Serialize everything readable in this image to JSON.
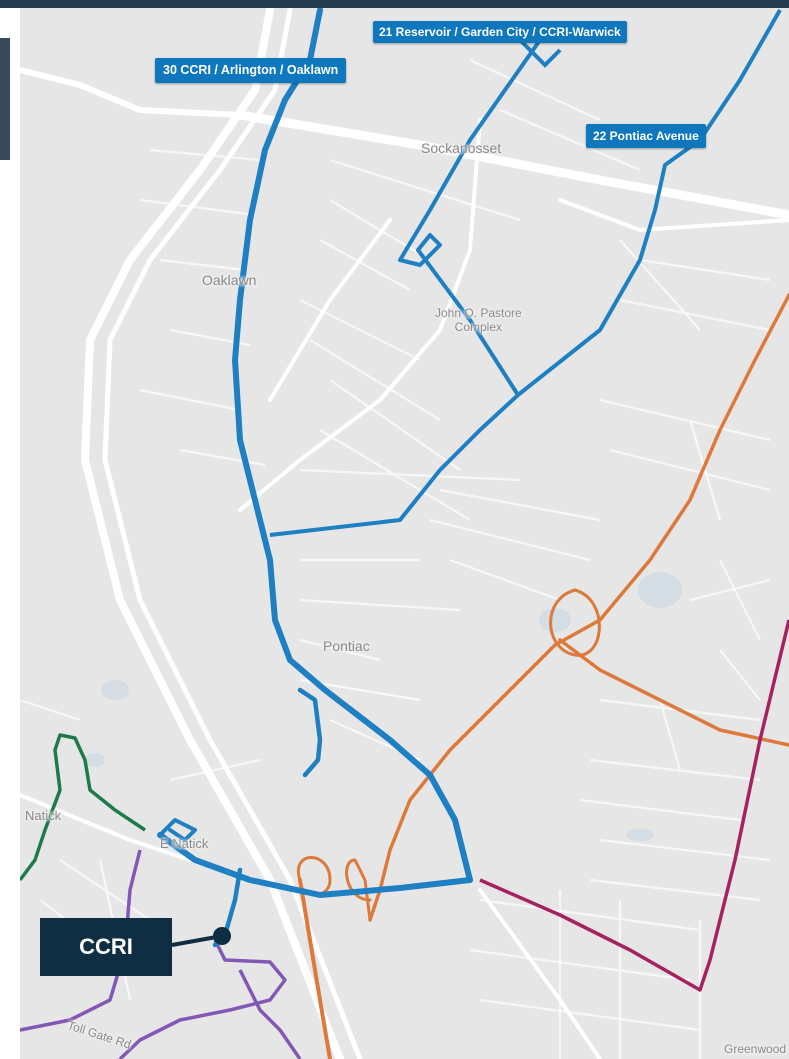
{
  "routes": {
    "r30": {
      "label": "30 CCRI / Arlington / Oaklawn",
      "color": "#1e7fc2"
    },
    "r21": {
      "label": "21 Reservoir / Garden City / CCRI-Warwick",
      "color": "#1e7fc2"
    },
    "r22": {
      "label": "22 Pontiac Avenue",
      "color": "#1e7fc2"
    },
    "orange": {
      "color": "#dd7a3b"
    },
    "magenta": {
      "color": "#a8215f"
    },
    "purple": {
      "color": "#8257b5"
    },
    "green": {
      "color": "#1f7a4a"
    }
  },
  "places": {
    "sockanosset": "Sockanosset",
    "oaklawn": "Oaklawn",
    "pastore_line1": "John O. Pastore",
    "pastore_line2": "Complex",
    "pontiac": "Pontiac",
    "natick": "Natick",
    "east_natick": "E Natick",
    "toll_gate": "Toll Gate Rd",
    "greenwood": "Greenwood"
  },
  "callout": {
    "label": "CCRI"
  },
  "colors": {
    "background": "#e6e6e6",
    "minor_road": "#f6f6f6",
    "highway": "#ffffff",
    "callout_bg": "#0f2e44"
  }
}
